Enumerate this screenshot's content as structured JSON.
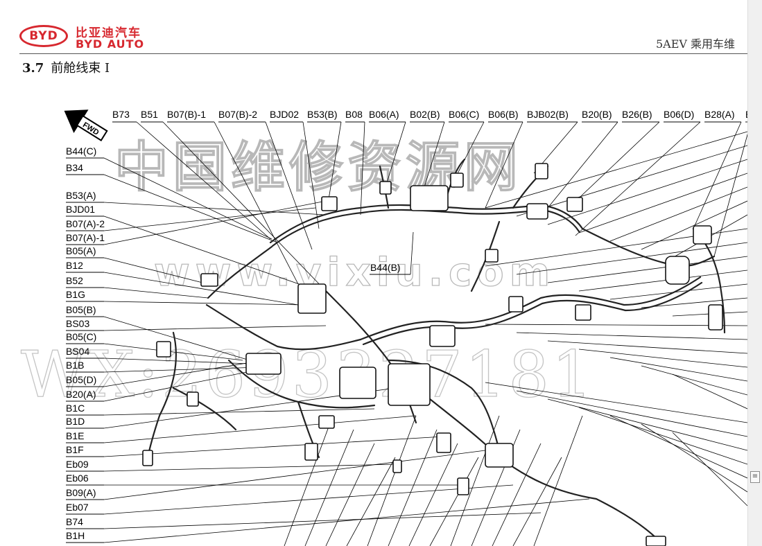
{
  "header": {
    "logo_mark": "BYD",
    "brand_cn": "比亚迪汽车",
    "brand_en": "BYD AUTO",
    "doc_code": "5AEV 乘用车维"
  },
  "section": {
    "number": "3.7",
    "title": "前舱线束 I"
  },
  "diagram": {
    "fwd_label": "FWD",
    "top_labels": [
      "B73",
      "B51",
      "B07(B)-1",
      "B07(B)-2",
      "BJD02",
      "B53(B)",
      "B08",
      "B06(A)",
      "B02(B)",
      "B06(C)",
      "B06(B)",
      "BJB02(B)",
      "B20(B)",
      "B26(B)",
      "B06(D)",
      "B28(A)",
      "B"
    ],
    "left_labels": [
      "B44(C)",
      "B34",
      "B53(A)",
      "BJD01",
      "B07(A)-2",
      "B07(A)-1",
      "B05(A)",
      "B12",
      "B52",
      "B1G",
      "B05(B)",
      "BS03",
      "B05(C)",
      "BS04",
      "B1B",
      "B05(D)",
      "B20(A)",
      "B1C",
      "B1D",
      "B1E",
      "B1F",
      "Eb09",
      "Eb06",
      "B09(A)",
      "Eb07",
      "B74",
      "B1H"
    ],
    "center_label": "B44(B)"
  },
  "watermark": {
    "site_cn": "中国维修资源网",
    "url": "www.vixiu.com",
    "wechat": "WX:2693327181"
  },
  "scrollbar": {
    "grip_icon": "grip-lines-icon"
  }
}
